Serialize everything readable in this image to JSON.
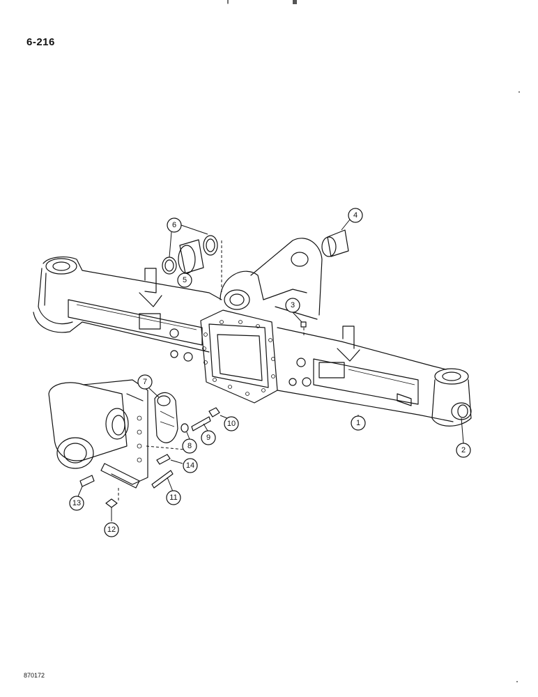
{
  "page_number": "6-216",
  "drawing_number": "870172",
  "callouts": [
    {
      "id": "callout-1",
      "label": "1"
    },
    {
      "id": "callout-2",
      "label": "2"
    },
    {
      "id": "callout-3",
      "label": "3"
    },
    {
      "id": "callout-4",
      "label": "4"
    },
    {
      "id": "callout-5",
      "label": "5"
    },
    {
      "id": "callout-6",
      "label": "6"
    },
    {
      "id": "callout-7",
      "label": "7"
    },
    {
      "id": "callout-8",
      "label": "8"
    },
    {
      "id": "callout-9",
      "label": "9"
    },
    {
      "id": "callout-10",
      "label": "10"
    },
    {
      "id": "callout-11",
      "label": "11"
    },
    {
      "id": "callout-12",
      "label": "12"
    },
    {
      "id": "callout-13",
      "label": "13"
    },
    {
      "id": "callout-14",
      "label": "14"
    }
  ]
}
